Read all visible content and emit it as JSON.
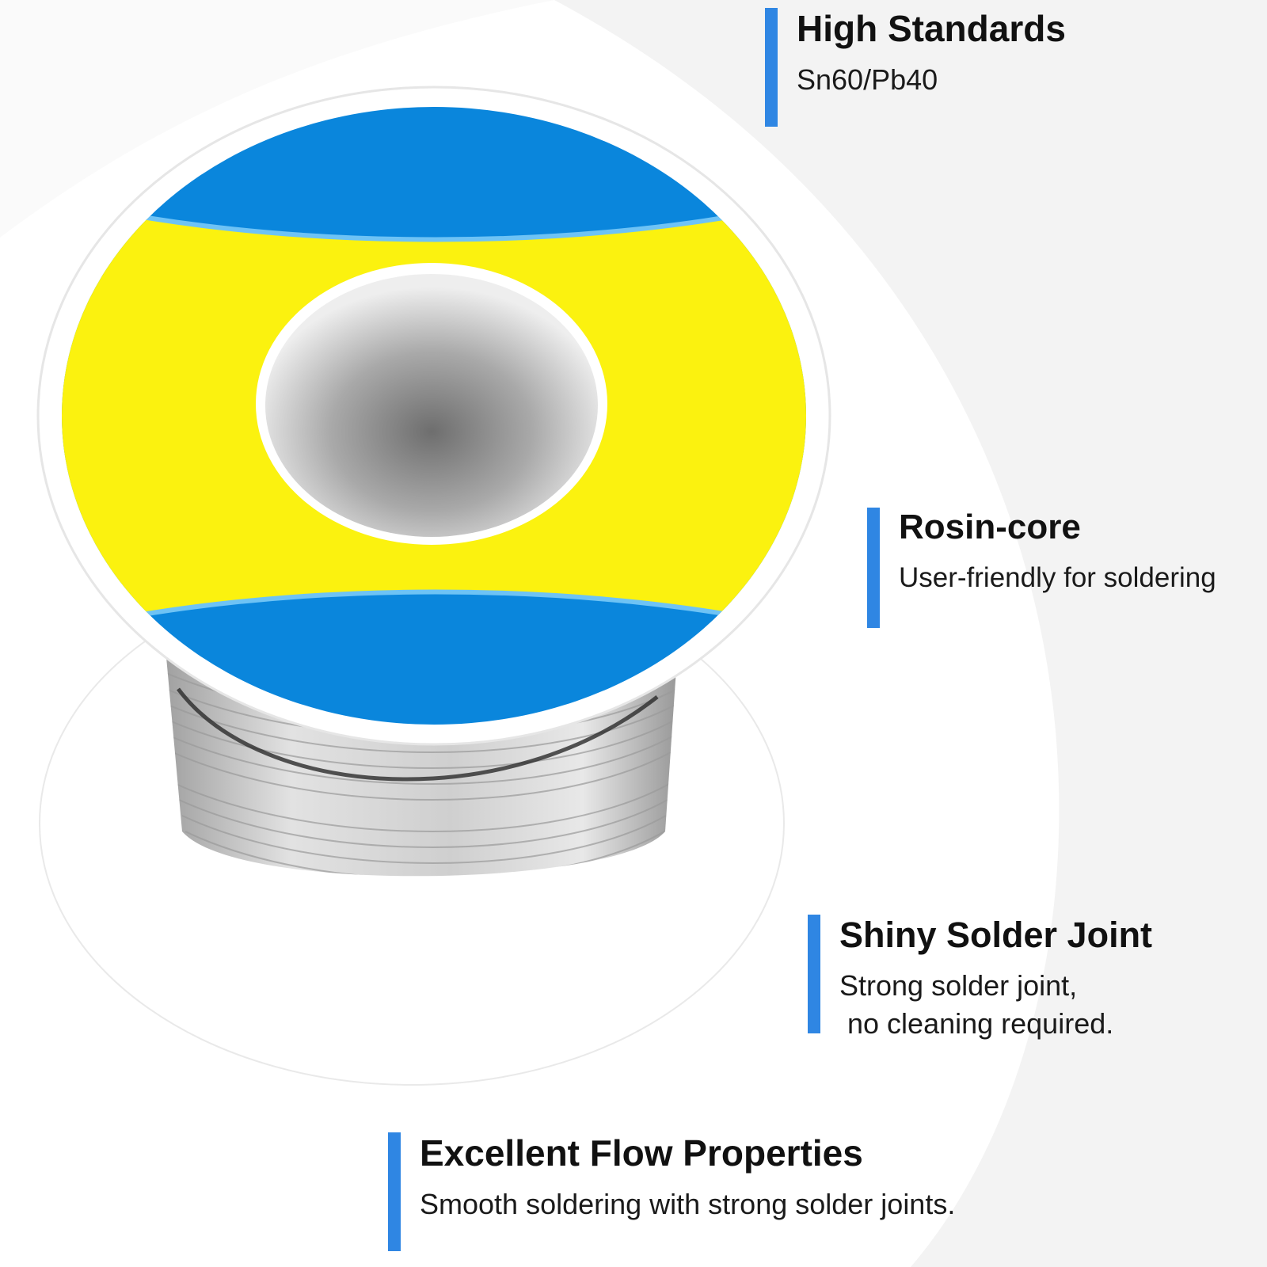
{
  "colors": {
    "accent_bar": "#2f86e3",
    "spool_blue": "#0a86dc",
    "spool_yellow": "#fbf20f",
    "background": "#ffffff",
    "wire_silver": "#c8c8c8"
  },
  "features": [
    {
      "title": "High Standards",
      "lines": [
        "Sn60/Pb40"
      ]
    },
    {
      "title": "Rosin-core",
      "lines": [
        "User-friendly for soldering"
      ]
    },
    {
      "title": "Shiny Solder Joint",
      "lines": [
        "Strong solder joint,",
        " no cleaning required."
      ]
    },
    {
      "title": "Excellent Flow Properties",
      "lines": [
        "Smooth soldering with strong solder joints."
      ]
    }
  ]
}
